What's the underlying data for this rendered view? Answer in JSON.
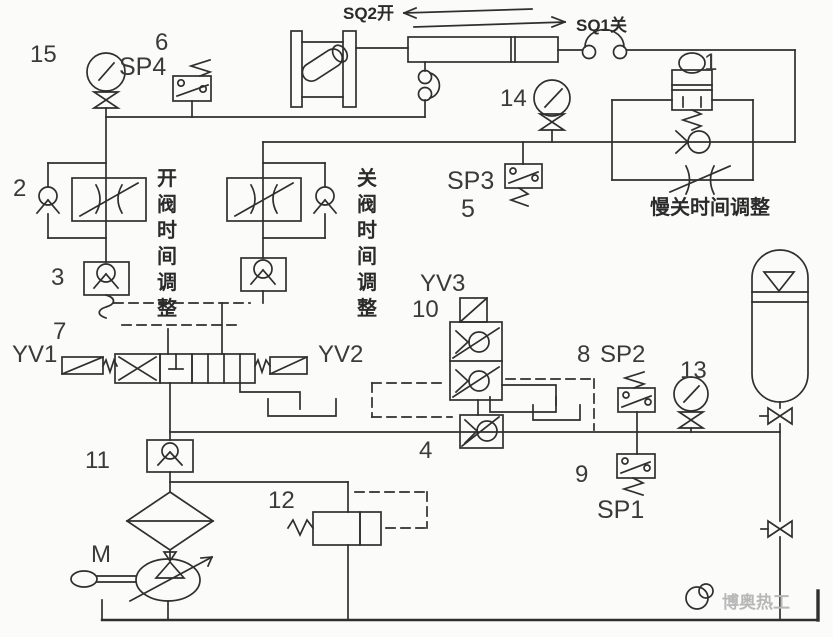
{
  "meta": {
    "type": "hydraulic-schematic",
    "ink_color": "#2f2f2f",
    "background_color": "#fbfbfa",
    "watermark_color": "#b7b7b7"
  },
  "labels": {
    "comp1": "1",
    "comp2": "2",
    "comp3": "3",
    "comp4": "4",
    "comp5": "5",
    "comp6": "6",
    "comp7": "7",
    "comp8": "8",
    "comp9": "9",
    "comp10": "10",
    "comp11": "11",
    "comp12": "12",
    "comp13": "13",
    "comp14": "14",
    "comp15": "15",
    "sp1": "SP1",
    "sp2": "SP2",
    "sp3": "SP3",
    "sp4": "SP4",
    "yv1": "YV1",
    "yv2": "YV2",
    "yv3": "YV3",
    "sq2_open": "SQ2开",
    "sq1_close": "SQ1关",
    "motor": "M",
    "open_time_adjust": "开阀时间调整",
    "close_time_adjust": "关阀时间调整",
    "slow_close_adjust": "慢关时间调整",
    "watermark": "博奥热工"
  }
}
